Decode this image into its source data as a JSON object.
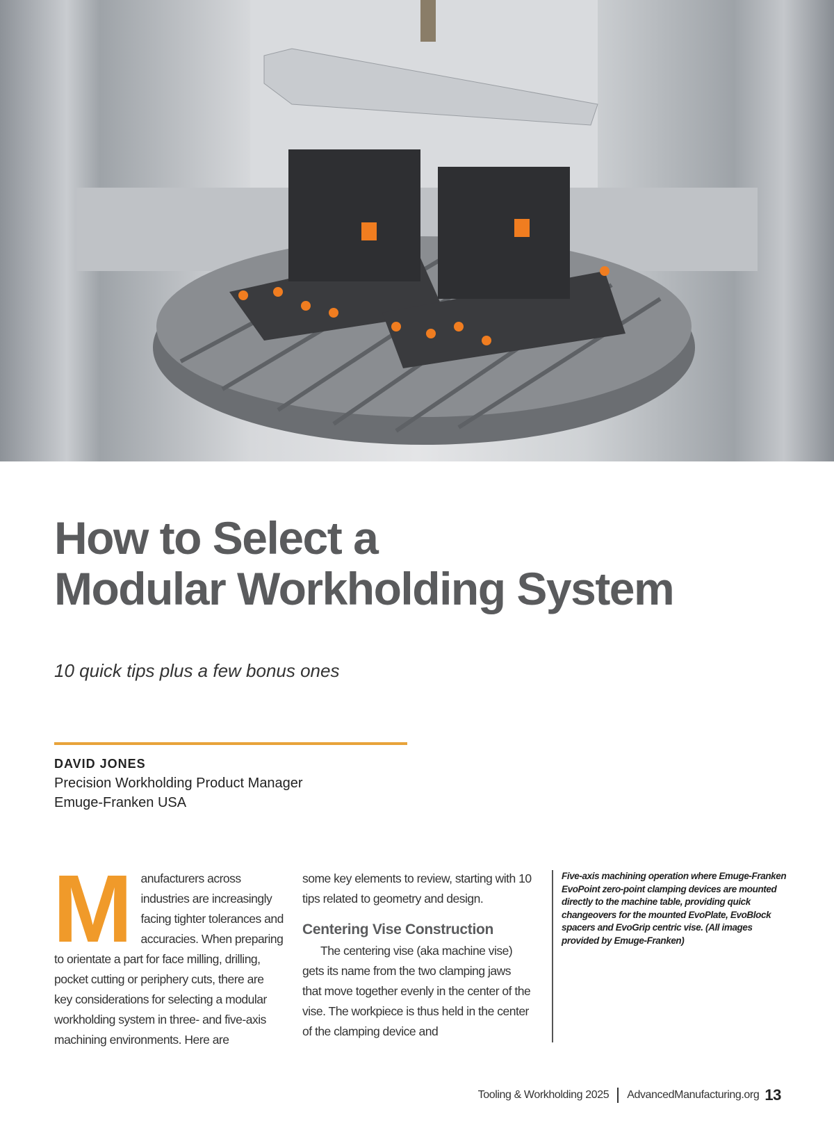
{
  "article": {
    "title_line1": "How to Select a",
    "title_line2": "Modular Workholding System",
    "subtitle": "10 quick tips plus a few bonus ones",
    "author_name": "DAVID JONES",
    "author_role": "Precision Workholding Product Manager",
    "author_company": "Emuge-Franken USA",
    "dropcap": "M",
    "col1_text": "anufacturers across industries are increasingly facing tighter tolerances and accuracies. When preparing to orientate a part for face milling, drilling, pocket cutting or periphery cuts, there are key considerations for selecting a modular workholding system in three- and five-axis machining environments. Here are",
    "col2_text": "some key elements to review, starting with 10 tips related to geometry and design.",
    "section_heading": "Centering Vise Construction",
    "section_text": "The centering vise (aka machine vise) gets its name from the two clamping jaws that move together evenly in the center of the vise. The workpiece is thus held in the center of the clamping device and",
    "caption": "Five-axis machining operation where Emuge-Franken EvoPoint zero-point clamping devices are mounted directly to the machine table, providing quick changeovers for the mounted EvoPlate, EvoBlock spacers and EvoGrip centric vise. (All images provided by Emuge-Franken)"
  },
  "footer": {
    "publication": "Tooling & Workholding 2025",
    "website": "AdvancedManufacturing.org",
    "page_number": "13"
  },
  "colors": {
    "accent": "#e8a33a",
    "dropcap": "#f09a2a",
    "title": "#5a5b5d"
  }
}
